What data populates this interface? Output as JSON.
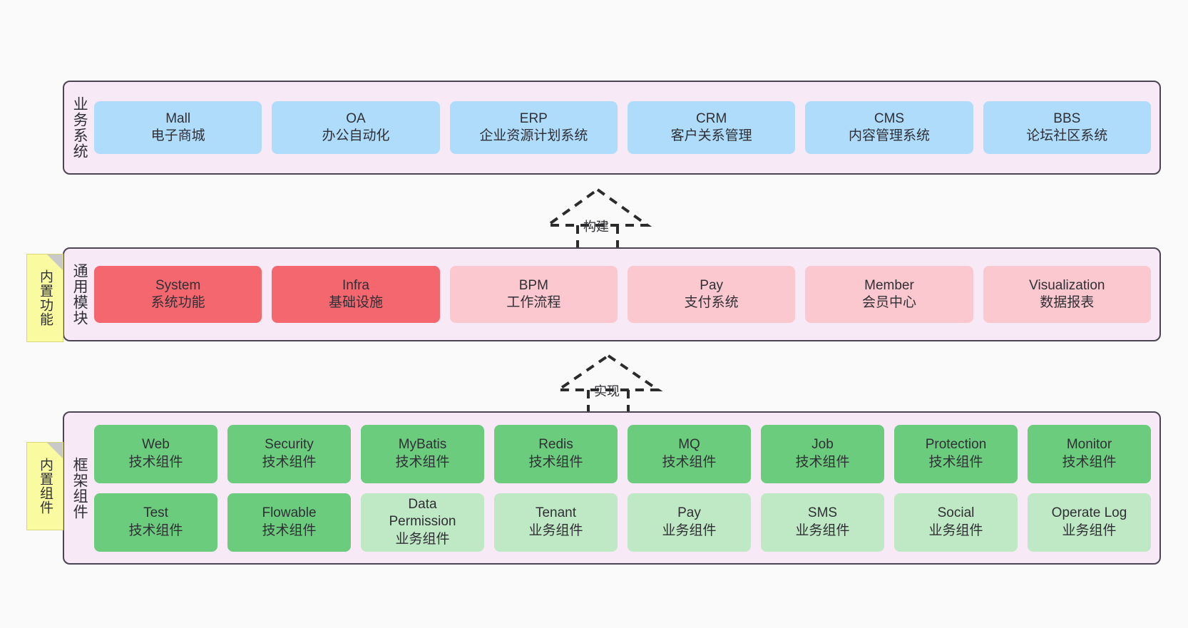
{
  "diagram": {
    "background": "#fafafa",
    "band_background": "#f7eaf6",
    "band_border": "#4a4453"
  },
  "layers": [
    {
      "id": "business-system",
      "title": "业务系统",
      "accent": "#aedcfa",
      "cards": [
        {
          "en": "Mall",
          "cn": "电子商城"
        },
        {
          "en": "OA",
          "cn": "办公自动化"
        },
        {
          "en": "ERP",
          "cn": "企业资源计划系统"
        },
        {
          "en": "CRM",
          "cn": "客户关系管理"
        },
        {
          "en": "CMS",
          "cn": "内容管理系统"
        },
        {
          "en": "BBS",
          "cn": "论坛社区系统"
        }
      ]
    },
    {
      "id": "common-module",
      "title": "通用模块",
      "note": "内置功能",
      "accent_strong": "#f4676f",
      "accent_soft": "#fbc8cf",
      "cards": [
        {
          "en": "System",
          "cn": "系统功能"
        },
        {
          "en": "Infra",
          "cn": "基础设施"
        },
        {
          "en": "BPM",
          "cn": "工作流程"
        },
        {
          "en": "Pay",
          "cn": "支付系统"
        },
        {
          "en": "Member",
          "cn": "会员中心"
        },
        {
          "en": "Visualization",
          "cn": "数据报表"
        }
      ]
    },
    {
      "id": "framework-component",
      "title": "框架组件",
      "note": "内置组件",
      "accent_strong": "#6ccc7e",
      "accent_soft": "#bfe8c4",
      "row_top": [
        {
          "en": "Web",
          "cn": "技术组件"
        },
        {
          "en": "Security",
          "cn": "技术组件"
        },
        {
          "en": "MyBatis",
          "cn": "技术组件"
        },
        {
          "en": "Redis",
          "cn": "技术组件"
        },
        {
          "en": "MQ",
          "cn": "技术组件"
        },
        {
          "en": "Job",
          "cn": "技术组件"
        },
        {
          "en": "Protection",
          "cn": "技术组件"
        },
        {
          "en": "Monitor",
          "cn": "技术组件"
        }
      ],
      "row_bottom": [
        {
          "en": "Test",
          "cn": "技术组件"
        },
        {
          "en": "Flowable",
          "cn": "技术组件"
        },
        {
          "en": "Data Permission",
          "cn": "业务组件"
        },
        {
          "en": "Tenant",
          "cn": "业务组件"
        },
        {
          "en": "Pay",
          "cn": "业务组件"
        },
        {
          "en": "SMS",
          "cn": "业务组件"
        },
        {
          "en": "Social",
          "cn": "业务组件"
        },
        {
          "en": "Operate Log",
          "cn": "业务组件"
        }
      ]
    }
  ],
  "connectors": [
    {
      "id": "build",
      "label": "构建",
      "from": "common-module",
      "to": "business-system"
    },
    {
      "id": "implement",
      "label": "实现",
      "from": "framework-component",
      "to": "common-module"
    }
  ]
}
